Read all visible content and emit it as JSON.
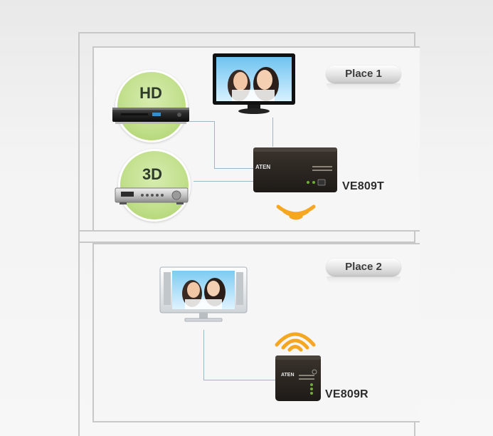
{
  "place1": {
    "label": "Place 1"
  },
  "place2": {
    "label": "Place 2"
  },
  "sources": [
    {
      "label": "HD",
      "icon": "blu-ray-player-icon"
    },
    {
      "label": "3D",
      "icon": "av-receiver-icon"
    }
  ],
  "transmitter": {
    "model": "VE809T",
    "brand": "ATEN"
  },
  "receiver": {
    "model": "VE809R",
    "brand": "ATEN"
  },
  "signal": {
    "color": "#f5a623",
    "icon": "wireless-signal-icon"
  }
}
